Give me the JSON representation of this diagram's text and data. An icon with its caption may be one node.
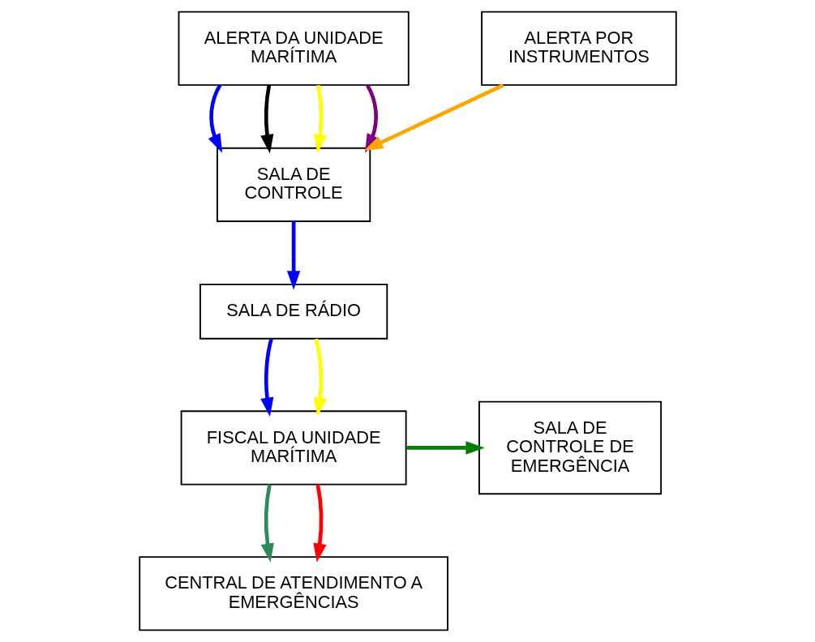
{
  "diagram": {
    "nodes": [
      {
        "text": [
          "ALERTA DA UNIDADE MARÍTIMA"
        ]
      },
      {
        "text": [
          "ALERTA POR INSTRUMENTOS"
        ]
      },
      {
        "text": [
          "SALA DE CONTROLE"
        ]
      },
      {
        "text": [
          "SALA DE RÁDIO"
        ]
      },
      {
        "text": [
          "FISCAL DA UNIDADE MARÍTIMA"
        ]
      },
      {
        "text": [
          "SALA DE CONTROLE DE EMERGÊNCIA"
        ]
      },
      {
        "text": [
          "CENTRAL DE ATENDIMENTO A EMERGÊNCIAS"
        ]
      }
    ],
    "edges": [
      {
        "from": 0,
        "to": 2,
        "arrow": "to",
        "color": "#0000ff"
      },
      {
        "from": 0,
        "to": 2,
        "arrow": "to",
        "color": "#000000"
      },
      {
        "from": 0,
        "to": 2,
        "arrow": "to",
        "color": "#ffff00"
      },
      {
        "from": 0,
        "to": 2,
        "arrow": "to",
        "color": "#800080"
      },
      {
        "from": 1,
        "to": 2,
        "arrow": "to",
        "color": "#ffa500"
      },
      {
        "from": 2,
        "to": 3,
        "arrow": "to",
        "color": "#0000ff"
      },
      {
        "from": 3,
        "to": 4,
        "arrow": "to",
        "color": "#0000ff"
      },
      {
        "from": 3,
        "to": 4,
        "arrow": "to",
        "color": "#ffff00"
      },
      {
        "from": 4,
        "to": 5,
        "arrow": "to",
        "color": "#008000"
      },
      {
        "from": 4,
        "to": 6,
        "arrow": "to",
        "color": "#2e8b57"
      },
      {
        "from": 4,
        "to": 6,
        "arrow": "to",
        "color": "#ff0000"
      }
    ]
  }
}
